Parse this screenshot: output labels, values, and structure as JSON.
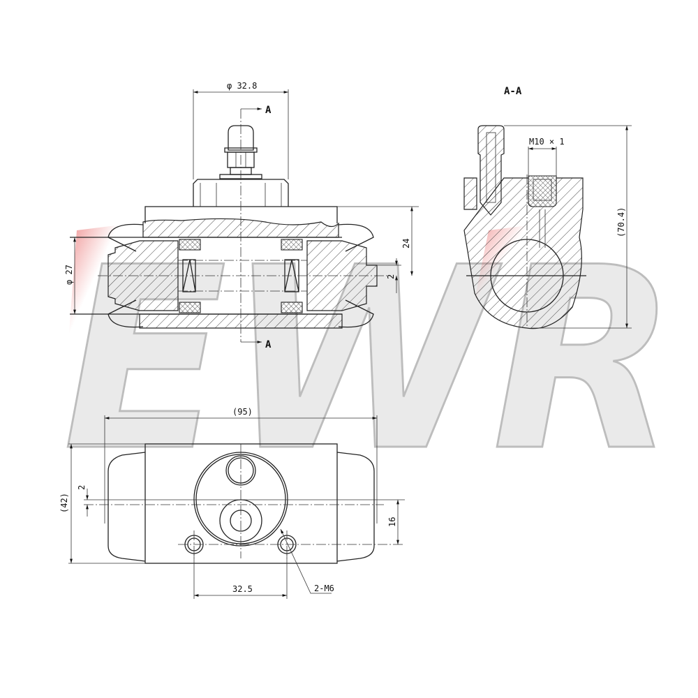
{
  "watermark": {
    "text": "EWR",
    "accent_color": "#e03030",
    "base_color": "#c8c8c8"
  },
  "front_section": {
    "dim_bleeder_diameter": "φ 32.8",
    "dim_bore_diameter": "φ 27",
    "dim_height": "24",
    "dim_offset": "2",
    "section_mark_top": "A",
    "section_mark_bottom": "A"
  },
  "side_section": {
    "title": "A-A",
    "dim_thread": "M10 × 1",
    "dim_total_height": "(70.4)"
  },
  "bottom_view": {
    "dim_length": "(95)",
    "dim_width": "(42)",
    "dim_offset": "2",
    "dim_hole_offset": "16",
    "dim_hole_spacing": "32.5",
    "dim_holes": "2-M6"
  }
}
